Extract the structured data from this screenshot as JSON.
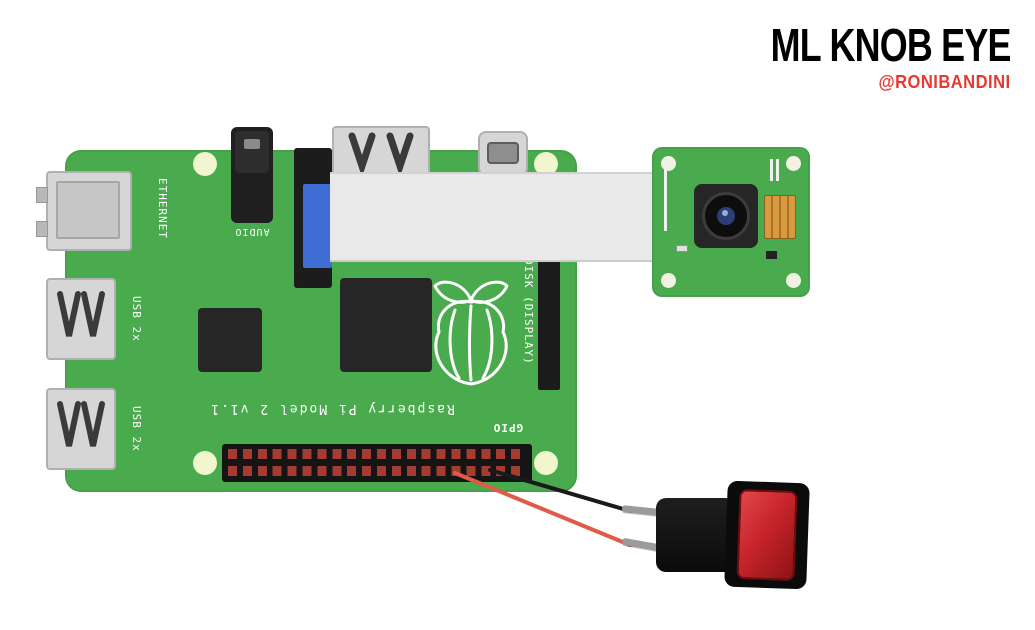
{
  "header": {
    "title": "ML KNOB EYE",
    "handle": "@RONIBANDINI"
  },
  "board": {
    "silkscreen": {
      "ethernet": "ETHERNET",
      "usb_top": "USB 2x",
      "usb_bottom": "USB 2x",
      "audio": "AUDIO",
      "disk_display": "DISK (DISPLAY)",
      "gpio": "GPIO",
      "model": "Raspberry Pi Model 2 v1.1"
    }
  },
  "colors": {
    "board_green": "#4aab4e",
    "handle_red": "#e8382f",
    "wire_black": "#1a1a1a",
    "wire_red": "#e05a48",
    "button_cap_red": "#c6252b",
    "gpio_pin_red": "#a63c30",
    "ribbon_cable_gray": "#e9e9e9",
    "csi_clip_blue": "#3e6ed3",
    "flex_contact_gold": "#d89a3c"
  }
}
